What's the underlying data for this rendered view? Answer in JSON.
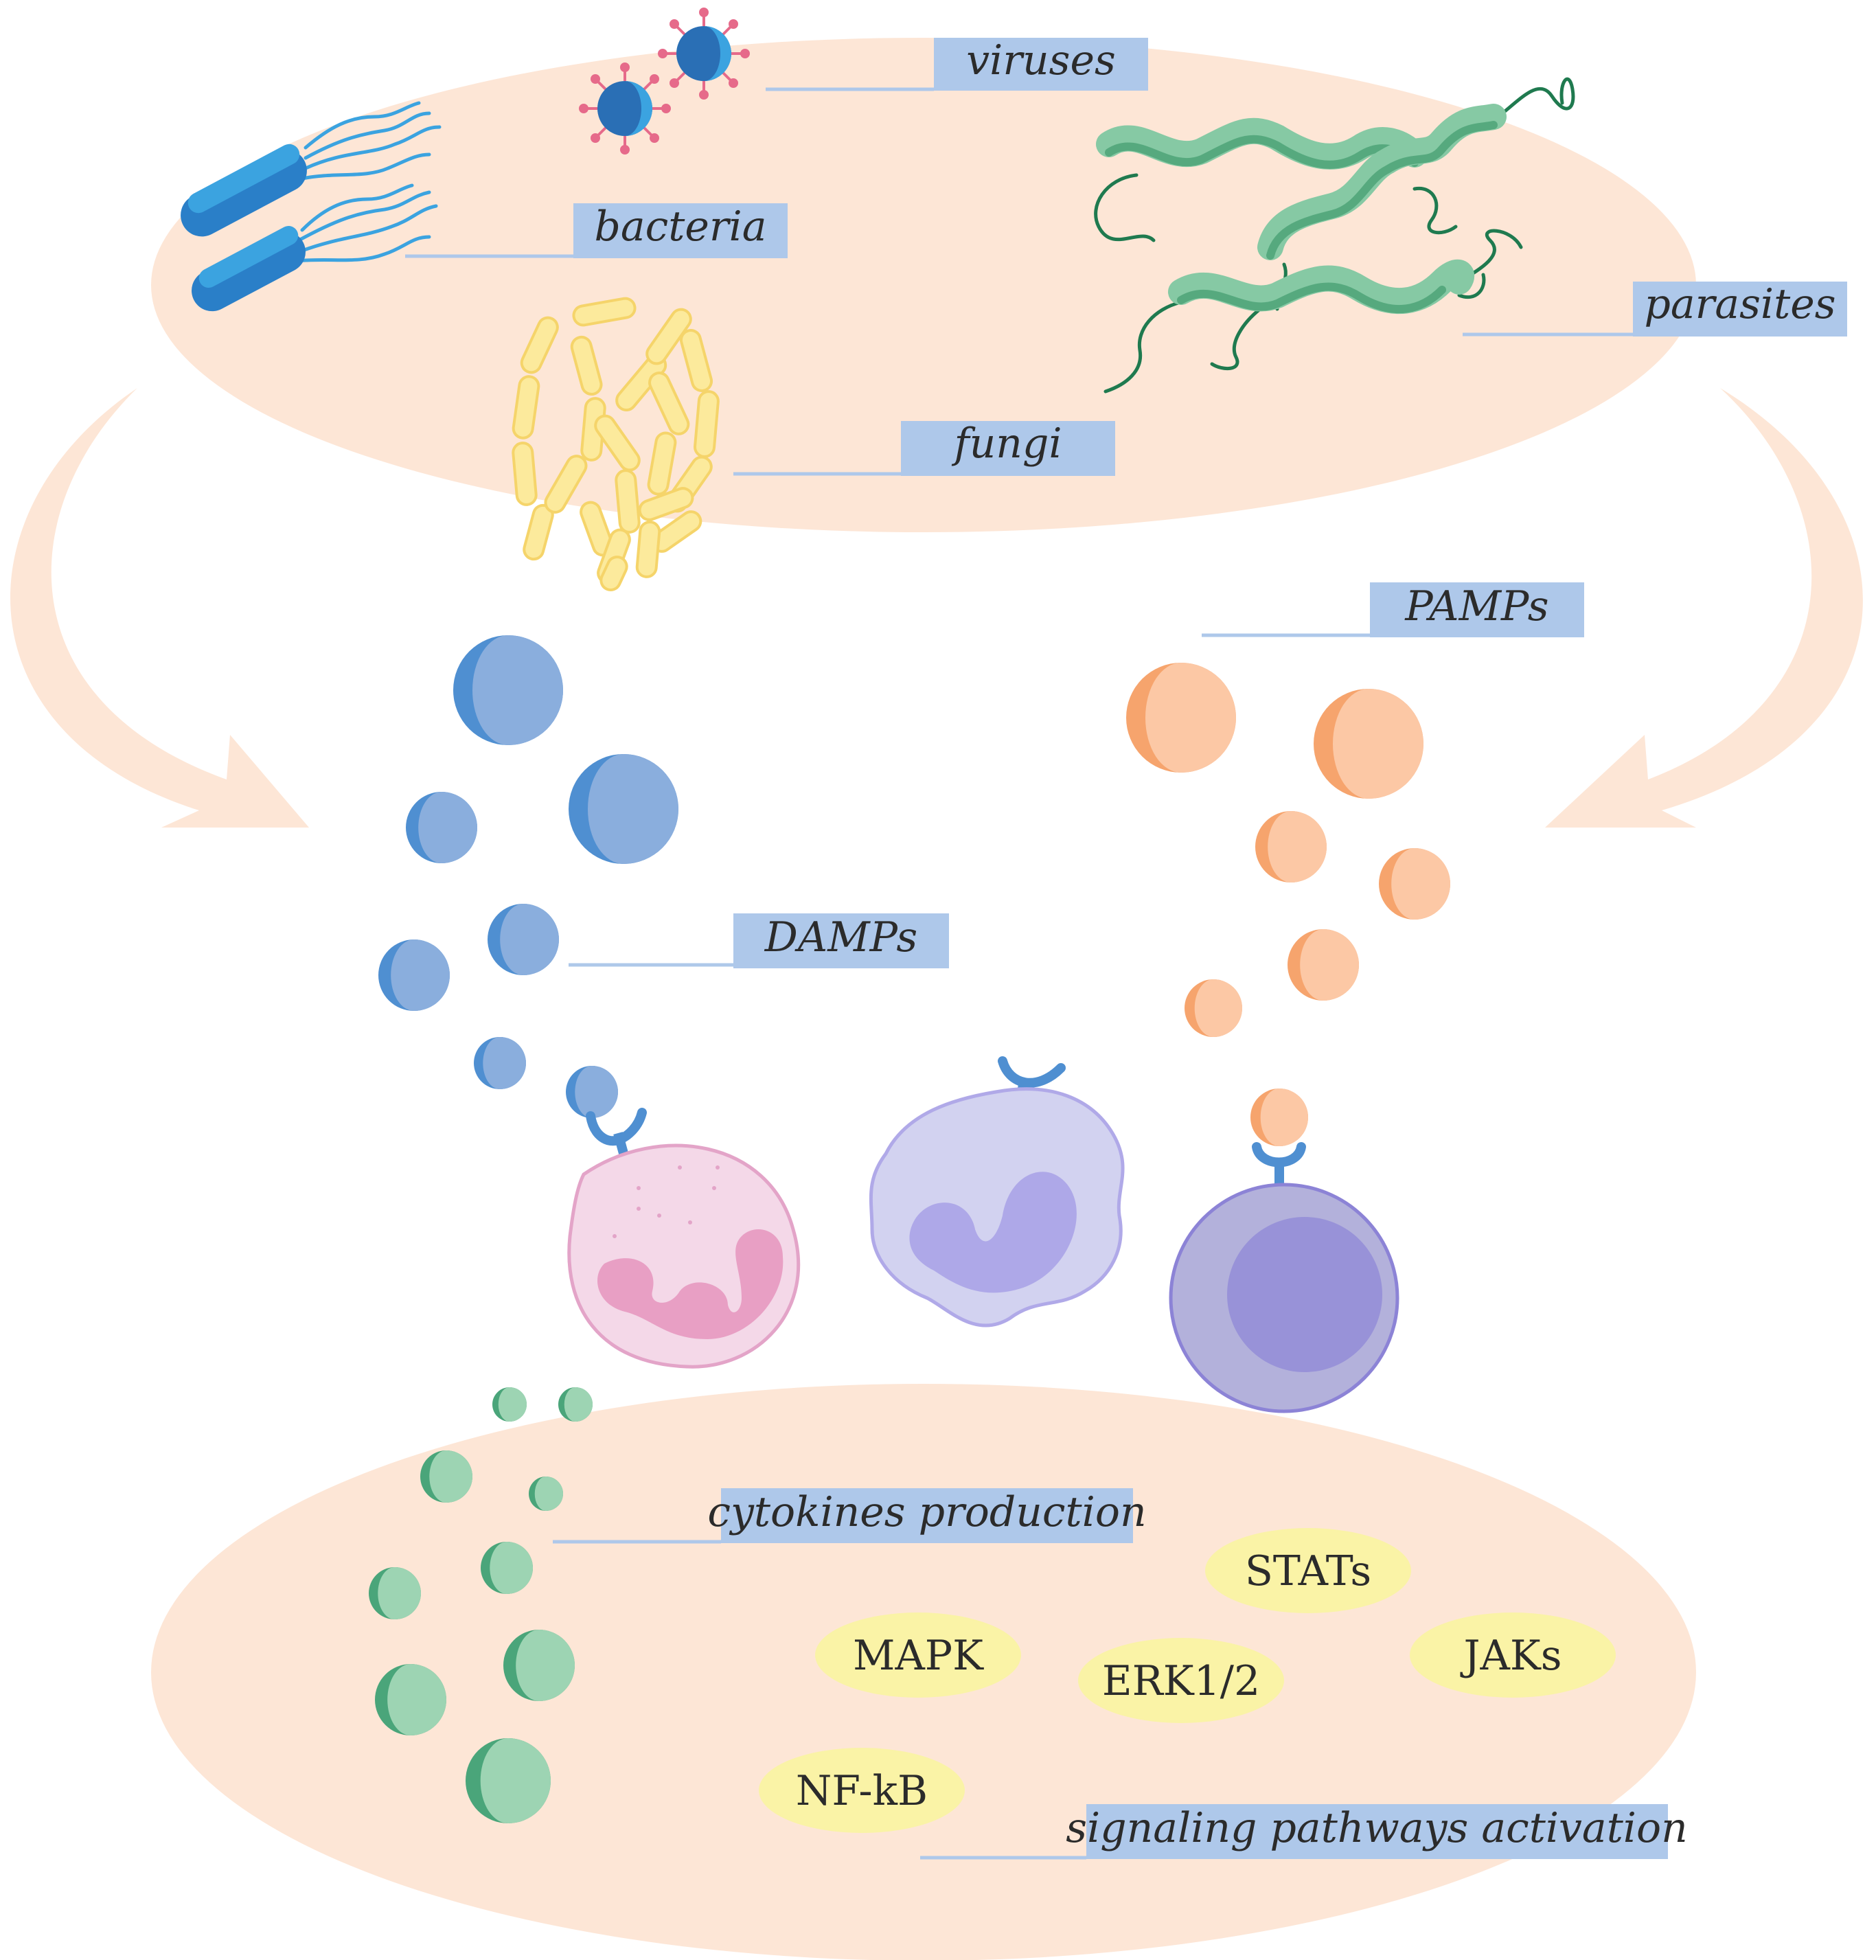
{
  "labels": {
    "viruses": "viruses",
    "bacteria": "bacteria",
    "fungi": "fungi",
    "parasites": "parasites",
    "pamps": "PAMPs",
    "damps": "DAMPs",
    "cytokines": "cytokines production",
    "signaling": "signaling pathways activation"
  },
  "molecules": {
    "stats": "STATs",
    "mapk": "MAPK",
    "erk": "ERK1/2",
    "jaks": "JAKs",
    "nfkb": "NF-kB"
  },
  "colors": {
    "ellipse": "#fde6d6",
    "label_box": "#aec8ea",
    "damp": "#4f8fd1",
    "pamp": "#f6a46d",
    "cytokine": "#4aa57a",
    "molecule_box": "#faf3a6",
    "receptor": "#4f8fd1"
  }
}
